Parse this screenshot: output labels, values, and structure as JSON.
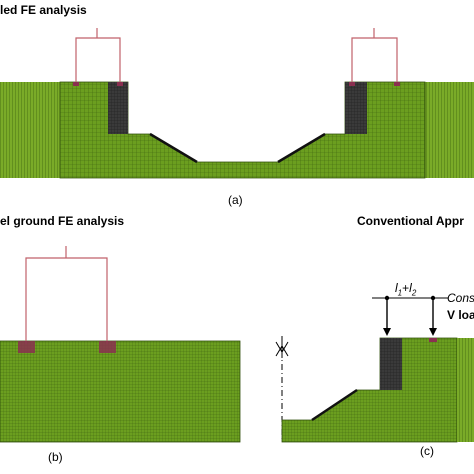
{
  "titles": {
    "top": "led FE analysis",
    "bottom_left": "el ground FE analysis",
    "bottom_right": "Conventional Appr"
  },
  "panel_labels": {
    "a": "(a)",
    "b": "(b)",
    "c": "(c)"
  },
  "annotations": {
    "lengths": "l",
    "lengths_sub1": "1",
    "lengths_plus": "+",
    "lengths_sub2": "2",
    "cons": "Cons",
    "vload": "V loa"
  },
  "colors": {
    "mesh_fill": "#6b9e1f",
    "mesh_dark": "#3f6410",
    "wall_fill": "#3a3a3a",
    "frame_line": "#c0626a",
    "load_pad": "#8a3050"
  }
}
